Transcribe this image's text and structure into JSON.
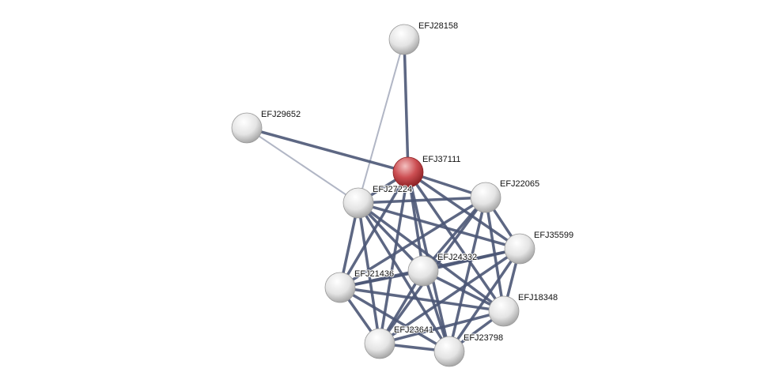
{
  "network": {
    "nodes": [
      {
        "id": "EFJ28158",
        "label": "EFJ28158",
        "query": false
      },
      {
        "id": "EFJ29652",
        "label": "EFJ29652",
        "query": false
      },
      {
        "id": "EFJ37111",
        "label": "EFJ37111",
        "query": true
      },
      {
        "id": "EFJ27224",
        "label": "EFJ27224",
        "query": false
      },
      {
        "id": "EFJ22065",
        "label": "EFJ22065",
        "query": false
      },
      {
        "id": "EFJ35599",
        "label": "EFJ35599",
        "query": false
      },
      {
        "id": "EFJ24332",
        "label": "EFJ24332",
        "query": false
      },
      {
        "id": "EFJ21436",
        "label": "EFJ21436",
        "query": false
      },
      {
        "id": "EFJ18348",
        "label": "EFJ18348",
        "query": false
      },
      {
        "id": "EFJ23641",
        "label": "EFJ23641",
        "query": false
      },
      {
        "id": "EFJ23798",
        "label": "EFJ23798",
        "query": false
      }
    ],
    "edges_weak": [
      [
        "EFJ28158",
        "EFJ27224"
      ],
      [
        "EFJ29652",
        "EFJ27224"
      ]
    ],
    "edges_strong_extra": [
      [
        "EFJ28158",
        "EFJ37111"
      ],
      [
        "EFJ29652",
        "EFJ37111"
      ]
    ],
    "clique": [
      "EFJ37111",
      "EFJ27224",
      "EFJ22065",
      "EFJ35599",
      "EFJ24332",
      "EFJ21436",
      "EFJ18348",
      "EFJ23641",
      "EFJ23798"
    ],
    "colors": {
      "strong": "#4b5675",
      "weak": "#a9aebf",
      "query_node": "#c8474a",
      "node": "#e6e6e6"
    }
  }
}
